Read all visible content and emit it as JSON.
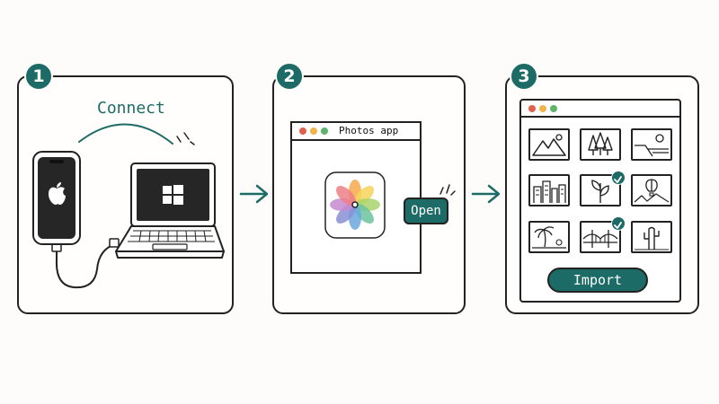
{
  "steps": [
    {
      "number": "1",
      "label": "Connect"
    },
    {
      "number": "2",
      "window_title": "Photos app",
      "button": "Open"
    },
    {
      "number": "3",
      "button": "Import"
    }
  ],
  "colors": {
    "accent": "#1d6b66",
    "outline": "#222222",
    "dot_red": "#e0614c",
    "dot_yellow": "#f0b54a",
    "dot_green": "#5fb36a"
  },
  "icons": {
    "phone": "smartphone-icon",
    "phone_logo": "apple-logo-icon",
    "laptop": "laptop-icon",
    "laptop_logo": "windows-logo-icon",
    "app": "photos-app-icon",
    "thumbnails": [
      "mountains-icon",
      "trees-icon",
      "coast-icon",
      "city-icon",
      "plant-icon",
      "hot-air-balloon-icon",
      "palm-tree-icon",
      "bridge-icon",
      "cactus-icon"
    ]
  },
  "selected_thumbnails": [
    "plant-icon",
    "bridge-icon"
  ]
}
